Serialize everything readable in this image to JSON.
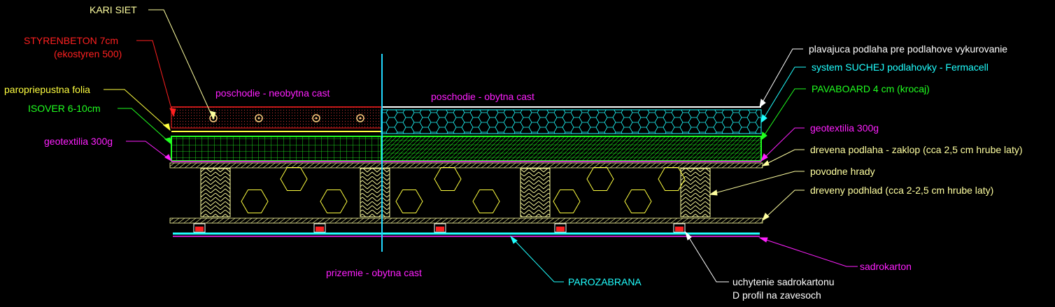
{
  "colors": {
    "background": "#000000",
    "white": "#ffffff",
    "red": "#ff2020",
    "yellow": "#ffff40",
    "green": "#20ff20",
    "cyan": "#20ffff",
    "magenta": "#ff20ff",
    "light_yellow": "#ffffa0",
    "wood": "#ffffa0",
    "cyan_axis": "#20d8ff"
  },
  "labels": {
    "kari_siet": "KARI SIET",
    "styrenbeton": "STYRENBETON 7cm",
    "ekostyren": "(ekostyren 500)",
    "paropriepustna": "paropriepustna folia",
    "isover": "ISOVER 6-10cm",
    "geotextilia_left": "geotextilia 300g",
    "poschodie_neobytna": "poschodie - neobytna cast",
    "poschodie_obytna": "poschodie - obytna cast",
    "plavajuca": "plavajuca podlaha pre podlahove vykurovanie",
    "system_suchej": "system SUCHEJ podlahovky - Fermacell",
    "pavaboard": "PAVABOARD 4 cm (krocaj)",
    "geotextilia_right": "geotextilia 300g",
    "drevena_podlaha": "drevena podlaha - zaklop (cca 2,5 cm hrube laty)",
    "povodne_hrady": "povodne hrady",
    "dreveny_podhlad": "dreveny podhlad (cca 2-2,5 cm hrube laty)",
    "sadrokarton": "sadrokarton",
    "prizemie": "prizemie - obytna cast",
    "parozabrana": "PAROZABRANA",
    "uchytenie_1": "uchytenie sadrokartonu",
    "uchytenie_2": "D profil na zavesoch"
  }
}
